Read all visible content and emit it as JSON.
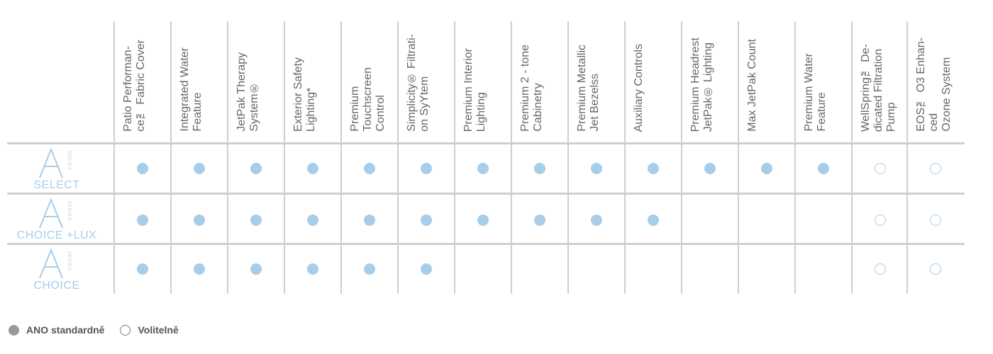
{
  "features": [
    "Patio Performan-\nce™ Fabric Cover",
    "Integrated Water\nFeature",
    "JetPak Therapy\nSystem®",
    "Exterior Safety\nLighting*",
    "Premium\nTouchscreen\nControl",
    "Simplicity® Filtrati-\non SyYtem",
    "Premium Interior\nLighting",
    "Premium 2 - tone\nCabinetry",
    "Premium Metallic\nJet Bezelss",
    "Auxiliary Controls",
    "Premium Headrest\nJetPak® Lighting",
    "Max JetPak Count",
    "Premium Water\nFeature",
    "WellSpring™ De-\ndicated Filtration\nPump",
    "EOS™ O3 Enhan-\nced\nOzone System"
  ],
  "series_logo": {
    "letter": "A",
    "word": "SERIES"
  },
  "rows": [
    {
      "name": "SELECT",
      "marks": [
        "std",
        "std",
        "std",
        "std",
        "std",
        "std",
        "std",
        "std",
        "std",
        "std",
        "std",
        "std",
        "std",
        "opt",
        "opt"
      ]
    },
    {
      "name": "CHOICE +LUX",
      "marks": [
        "std",
        "std",
        "std",
        "std",
        "std",
        "std",
        "std",
        "std",
        "std",
        "std",
        "",
        "",
        "",
        "opt",
        "opt"
      ]
    },
    {
      "name": "CHOICE",
      "marks": [
        "std",
        "std",
        "std",
        "std",
        "std",
        "std",
        "",
        "",
        "",
        "",
        "",
        "",
        "",
        "opt",
        "opt"
      ]
    }
  ],
  "legend": {
    "standard": "ANO standardně",
    "optional": "Volitelně"
  },
  "colors": {
    "accent": "#a8cde9",
    "grid": "#cfcfcf",
    "text": "#555555"
  }
}
